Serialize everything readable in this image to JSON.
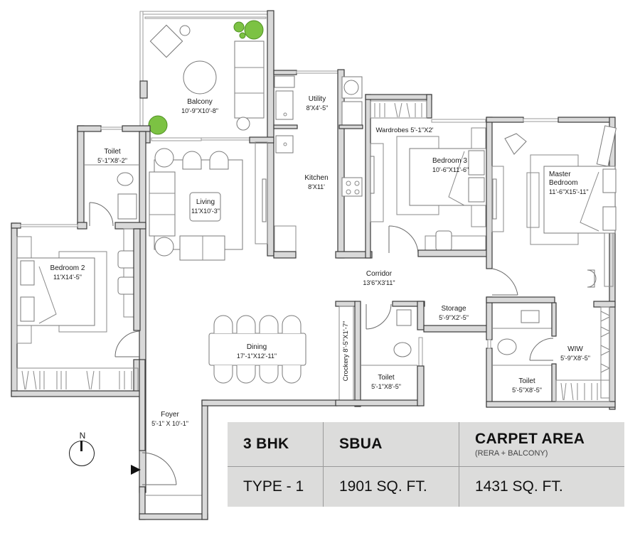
{
  "rooms": {
    "balcony": {
      "name": "Balcony",
      "dim": "10'-9\"X10'-8\""
    },
    "toilet_1": {
      "name": "Toilet",
      "dim": "5'-1\"X8'-2\""
    },
    "living": {
      "name": "Living",
      "dim": "11'X10'-3\""
    },
    "utility": {
      "name": "Utility",
      "dim": "8'X4'-5\""
    },
    "kitchen": {
      "name": "Kitchen",
      "dim": "8'X11'"
    },
    "wardrobes": {
      "name": "Wardrobes",
      "dim": "5'-1\"X2'"
    },
    "bedroom_3": {
      "name": "Bedroom 3",
      "dim": "10'-6\"X11'-6\""
    },
    "master_bedroom": {
      "name_line1": "Master",
      "name_line2": "Bedroom",
      "dim": "11'-6\"X15'-11\""
    },
    "bedroom_2": {
      "name": "Bedroom 2",
      "dim": "11'X14'-5\""
    },
    "corridor": {
      "name": "Corridor",
      "dim": "13'6\"X3'11\""
    },
    "storage": {
      "name": "Storage",
      "dim": "5'-9\"X2'-5\""
    },
    "crockery": {
      "name": "Crockery",
      "dim": "8'-5\"X1'-7\""
    },
    "toilet_2": {
      "name": "Toilet",
      "dim": "5'-1\"X8'-5\""
    },
    "toilet_3": {
      "name": "Toilet",
      "dim": "5'-5\"X8'-5\""
    },
    "wiw": {
      "name": "WIW",
      "dim": "5'-9\"X8'-5\""
    },
    "dining": {
      "name": "Dining",
      "dim": "17'-1\"X12'-11\""
    },
    "foyer": {
      "name": "Foyer",
      "dim": "5'-1\" X 10'-1\""
    }
  },
  "compass": {
    "label": "N",
    "icon": "north-arrow-icon"
  },
  "entry": {
    "icon": "entry-arrow-icon"
  },
  "area_table": {
    "header": {
      "type": "3 BHK",
      "sbua": "SBUA",
      "carpet": "CARPET AREA",
      "carpet_note": "(RERA + BALCONY)"
    },
    "row": {
      "type": "TYPE - 1",
      "sbua": "1901 SQ. FT.",
      "carpet": "1431 SQ. FT."
    }
  },
  "colors": {
    "wall_fill": "#d9d9d9",
    "plant_green": "#7cc243",
    "table_bg": "#dcdcdb"
  }
}
